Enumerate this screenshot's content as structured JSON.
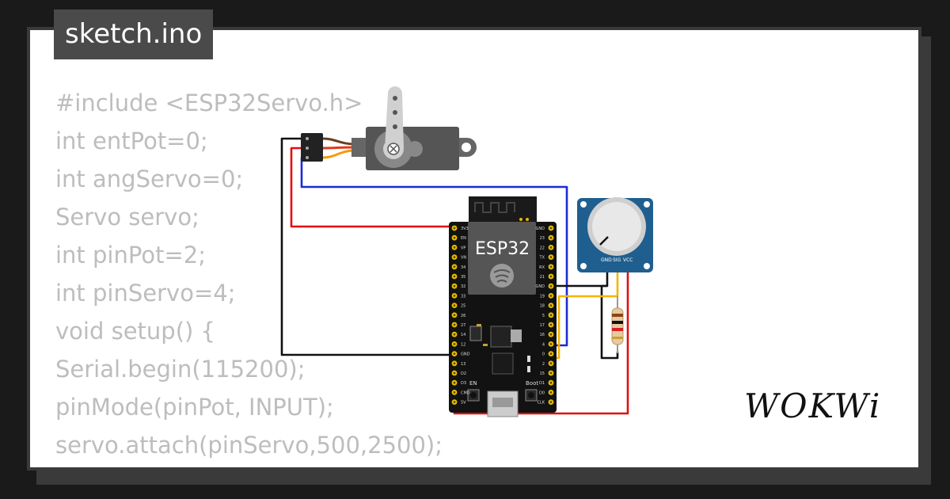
{
  "tab": {
    "filename": "sketch.ino"
  },
  "code_lines": [
    "#include <ESP32Servo.h>",
    "int entPot=0;",
    "int angServo=0;",
    "Servo servo;",
    "int pinPot=2;",
    "int pinServo=4;",
    "void setup() {",
    "Serial.begin(115200);",
    "pinMode(pinPot, INPUT);",
    "servo.attach(pinServo,500,2500);",
    "}"
  ],
  "board": {
    "label": "ESP32",
    "boot_label": "Boot",
    "en_label": "EN",
    "pins_left": [
      "3V3",
      "EN",
      "VP",
      "VN",
      "34",
      "35",
      "32",
      "33",
      "25",
      "26",
      "27",
      "14",
      "12",
      "GND",
      "13",
      "D2",
      "D3",
      "CMD",
      "5V"
    ],
    "pins_right": [
      "GND",
      "23",
      "22",
      "TX",
      "RX",
      "21",
      "GND",
      "19",
      "18",
      "5",
      "17",
      "16",
      "4",
      "0",
      "2",
      "15",
      "D1",
      "D0",
      "CLK"
    ]
  },
  "potentiometer": {
    "pin_labels": [
      "GND",
      "SIG",
      "VCC"
    ]
  },
  "logo": {
    "text": "WOKWi"
  },
  "colors": {
    "wire_red": "#e01010",
    "wire_black": "#111111",
    "wire_blue": "#1a2bd8",
    "wire_orange": "#f5b400",
    "pcb": "#121212",
    "pot_board": "#1f5f8f",
    "servo_body": "#555555"
  }
}
